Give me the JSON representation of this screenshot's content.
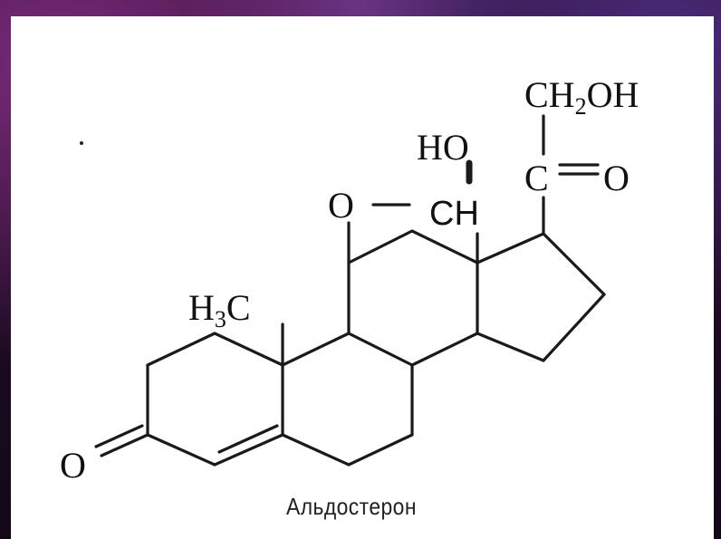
{
  "caption": "Альдостерон",
  "atoms": {
    "ch2oh": "CH",
    "ch2oh_sub": "2",
    "ch2oh_tail": "OH",
    "co_c": "C",
    "co_eq": "=",
    "co_o": "O",
    "ho": "HO",
    "ch": "CH",
    "o_ring": "O",
    "o_ring_dash": "—",
    "h3c": "H",
    "h3c_sub": "3",
    "h3c_c": "C",
    "ketone_o": "O"
  }
}
